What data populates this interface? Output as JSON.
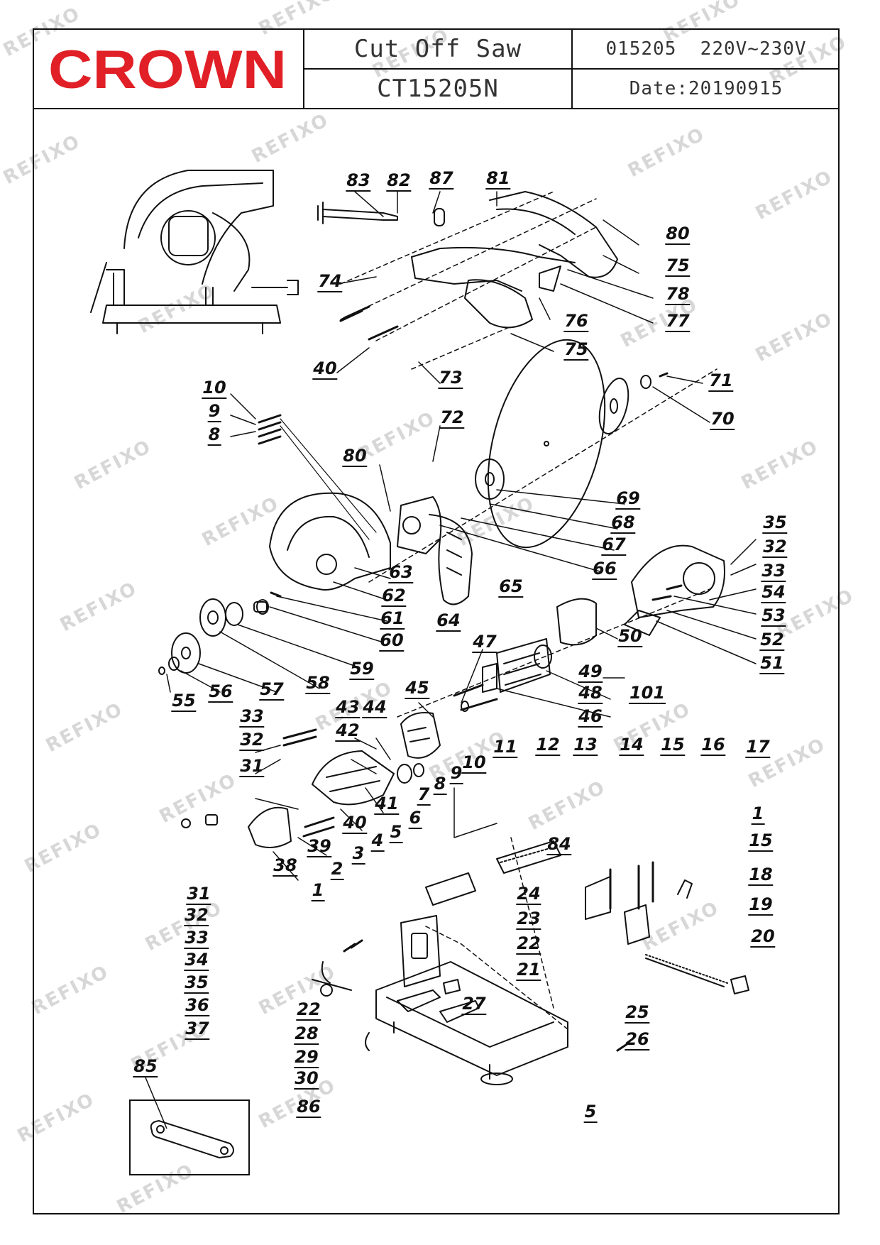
{
  "header": {
    "brand": "CROWN",
    "product_name": "Cut Off Saw",
    "model_code": "015205",
    "voltage": "220V~230V",
    "model": "CT15205N",
    "date_label": "Date:20190915"
  },
  "watermark": "REFIXO",
  "colors": {
    "brand_red": "#e02026",
    "line": "#111111",
    "watermark": "#d7d7d7"
  },
  "labels": {
    "l83": "83",
    "l82": "82",
    "l87": "87",
    "l81": "81",
    "l80a": "80",
    "l75a": "75",
    "l74": "74",
    "l78": "78",
    "l77": "77",
    "l76": "76",
    "l75b": "75",
    "l40a": "40",
    "l73": "73",
    "l71": "71",
    "l70": "70",
    "l10a": "10",
    "l9a": "9",
    "l8a": "8",
    "l72": "72",
    "l80b": "80",
    "l69": "69",
    "l68": "68",
    "l67": "67",
    "l66": "66",
    "l63": "63",
    "l62": "62",
    "l61": "61",
    "l60": "60",
    "l59": "59",
    "l58": "58",
    "l57": "57",
    "l56": "56",
    "l55": "55",
    "l65": "65",
    "l64": "64",
    "l35a": "35",
    "l32a": "32",
    "l33a": "33",
    "l54": "54",
    "l53": "53",
    "l52": "52",
    "l51": "51",
    "l50": "50",
    "l49": "49",
    "l48": "48",
    "l46": "46",
    "l101": "101",
    "l47": "47",
    "l45": "45",
    "l43": "43",
    "l44": "44",
    "l42": "42",
    "l33b": "33",
    "l32b": "32",
    "l31a": "31",
    "l41": "41",
    "l40b": "40",
    "l39": "39",
    "l38": "38",
    "l11": "11",
    "l12": "12",
    "l13": "13",
    "l14": "14",
    "l15a": "15",
    "l16": "16",
    "l17": "17",
    "l10b": "10",
    "l9b": "9",
    "l8b": "8",
    "l7": "7",
    "l6": "6",
    "l5a": "5",
    "l4": "4",
    "l3": "3",
    "l2": "2",
    "l1a": "1",
    "l84": "84",
    "l1b": "1",
    "l15b": "15",
    "l18": "18",
    "l19": "19",
    "l20": "20",
    "l24": "24",
    "l23": "23",
    "l22a": "22",
    "l21": "21",
    "l31b": "31",
    "l32c": "32",
    "l33c": "33",
    "l34": "34",
    "l35b": "35",
    "l36": "36",
    "l37": "37",
    "l22b": "22",
    "l28": "28",
    "l29": "29",
    "l30": "30",
    "l86": "86",
    "l27": "27",
    "l25": "25",
    "l26": "26",
    "l5b": "5",
    "l85": "85"
  }
}
